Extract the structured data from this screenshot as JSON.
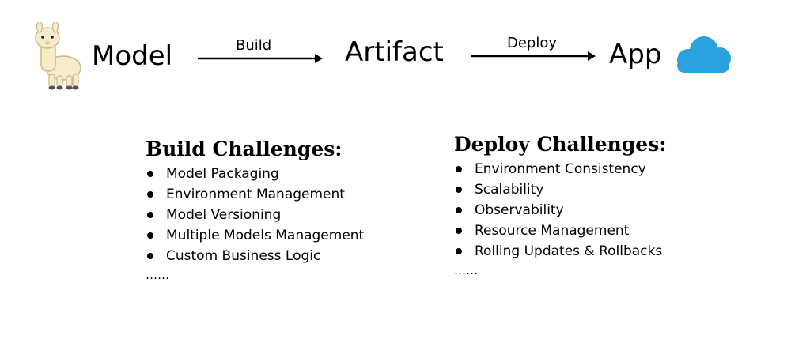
{
  "pipeline": {
    "stages": {
      "model": "Model",
      "artifact": "Artifact",
      "app": "App"
    },
    "arrows": {
      "build": "Build",
      "deploy": "Deploy"
    },
    "icons": {
      "model": "llama-icon",
      "app": "cloud-icon"
    },
    "colors": {
      "cloud": "#2aa2e0",
      "llama_wool": "#f6ecc9",
      "llama_outline": "#c9b98a"
    }
  },
  "build_challenges": {
    "title": "Build Challenges:",
    "items": [
      "Model Packaging",
      "Environment Management",
      "Model Versioning",
      "Multiple Models Management",
      "Custom Business Logic"
    ],
    "more": "……"
  },
  "deploy_challenges": {
    "title": "Deploy Challenges:",
    "items": [
      "Environment Consistency",
      "Scalability",
      "Observability",
      "Resource Management",
      "Rolling Updates & Rollbacks"
    ],
    "more": "……"
  }
}
